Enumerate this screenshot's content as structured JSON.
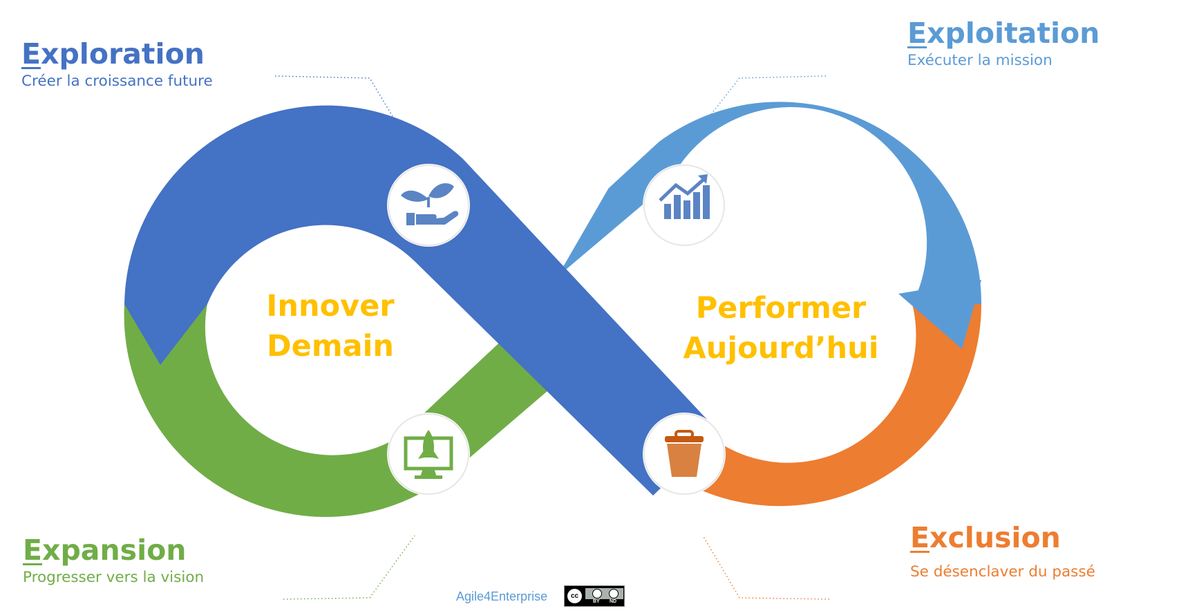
{
  "colors": {
    "exploration": "#4472c4",
    "exploitation": "#5b9bd5",
    "exclusion": "#ed7d31",
    "expansion": "#70ad47",
    "center_text": "#ffc000",
    "icon_fill": "#5b84c4"
  },
  "quadrants": {
    "exploration": {
      "initial": "E",
      "title_rest": "xploration",
      "subtitle": "Créer la croissance future",
      "icon": "plant-hand-icon"
    },
    "exploitation": {
      "initial": "E",
      "title_rest": "xploitation",
      "subtitle": "Exécuter la mission",
      "icon": "growth-chart-icon"
    },
    "expansion": {
      "initial": "E",
      "title_rest": "xpansion",
      "subtitle": "Progresser vers la vision",
      "icon": "rocket-monitor-icon"
    },
    "exclusion": {
      "initial": "E",
      "title_rest": "xclusion",
      "subtitle": "Se désenclaver  du passé",
      "icon": "trash-bin-icon"
    }
  },
  "center": {
    "left": {
      "line1": "Innover",
      "line2": "Demain"
    },
    "right": {
      "line1": "Performer",
      "line2": "Aujourd’hui"
    }
  },
  "footer": {
    "credit": "Agile4Enterprise",
    "license": {
      "cc": "cc",
      "by": "BY",
      "nd": "ND"
    }
  }
}
